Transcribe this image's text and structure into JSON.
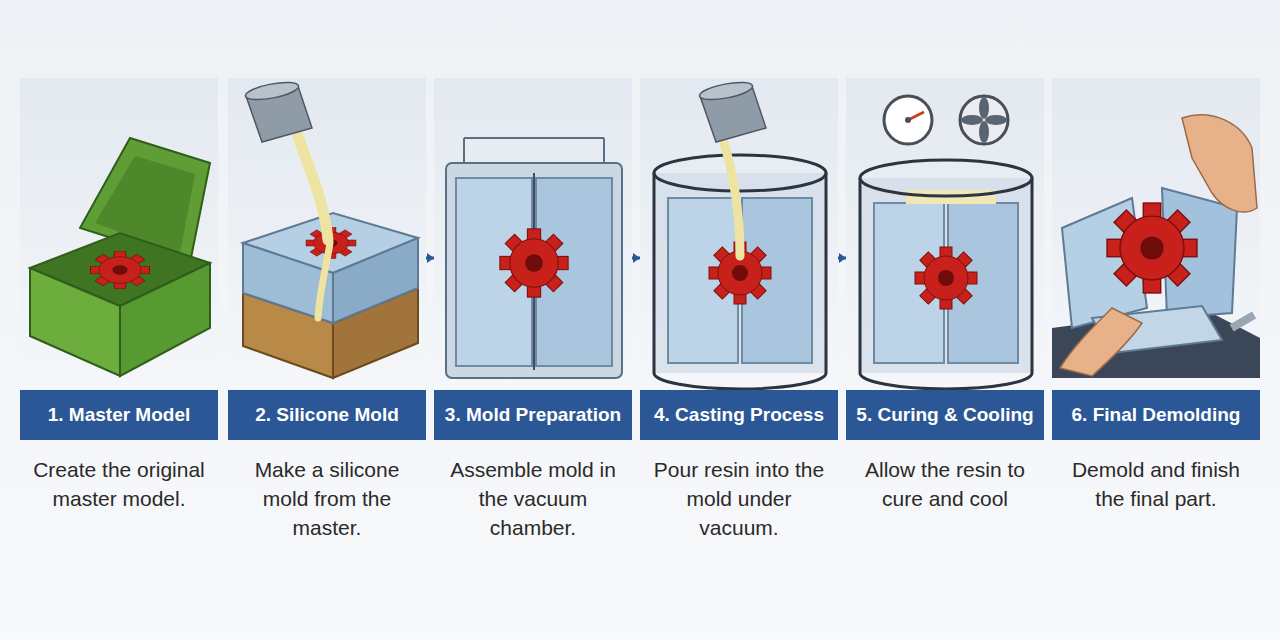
{
  "diagram": {
    "nodes": [
      {
        "text": [
          "1. Master Model",
          "Create the original master model."
        ]
      },
      {
        "text": [
          "2. Silicone Mold",
          "Make a silicone mold from the master."
        ]
      },
      {
        "text": [
          "3. Mold Preparation",
          "Assemble mold in the vacuum chamber."
        ]
      },
      {
        "text": [
          "4. Casting Process",
          "Pour resin into the mold under vacuum."
        ]
      },
      {
        "text": [
          "5. Curing & Cooling",
          "Allow the resin to cure and cool"
        ]
      },
      {
        "text": [
          "6. Final Demolding",
          "Demold and finish the final part."
        ]
      }
    ],
    "edges": [
      {
        "from": 1,
        "to": 2,
        "arrow": "to"
      },
      {
        "from": 2,
        "to": 3,
        "arrow": "to"
      },
      {
        "from": 3,
        "to": 4,
        "arrow": "to"
      }
    ]
  }
}
